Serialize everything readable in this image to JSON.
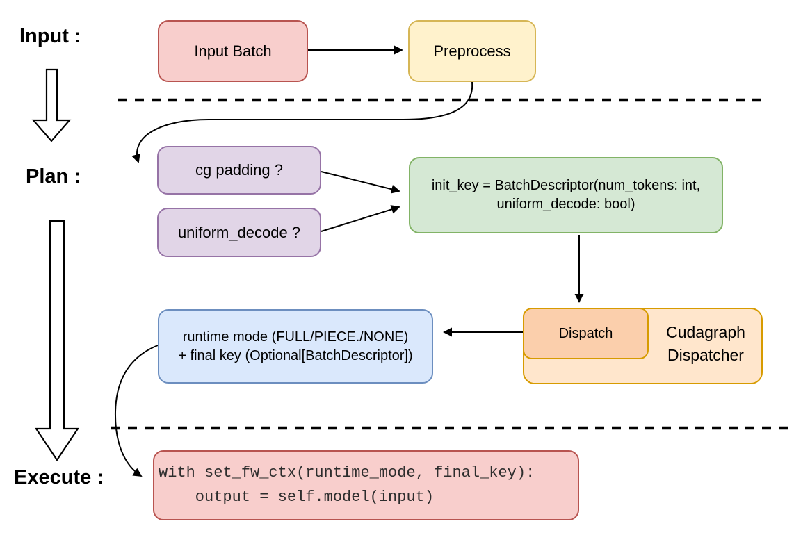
{
  "diagram": {
    "stages": {
      "input_label": "Input :",
      "plan_label": "Plan :",
      "execute_label": "Execute :"
    },
    "nodes": {
      "input_batch": {
        "label": "Input Batch"
      },
      "preprocess": {
        "label": "Preprocess"
      },
      "cg_padding": {
        "label": "cg padding ?"
      },
      "uniform_decode": {
        "label": "uniform_decode ?"
      },
      "init_key": {
        "line1": "init_key = BatchDescriptor(num_tokens: int,",
        "line2": "uniform_decode: bool)"
      },
      "dispatch": {
        "label": "Dispatch"
      },
      "cudagraph_dispatcher": {
        "line1": "Cudagraph",
        "line2": "Dispatcher"
      },
      "runtime_result": {
        "line1": "runtime mode (FULL/PIECE./NONE)",
        "line2": "+ final key (Optional[BatchDescriptor])"
      },
      "execute_code": {
        "line1": "with set_fw_ctx(runtime_mode, final_key):",
        "line2": "    output = self.model(input)"
      }
    },
    "colors": {
      "pink_fill": "#f8cecc",
      "pink_stroke": "#b85450",
      "yellow_fill": "#fff2cc",
      "yellow_stroke": "#d6b656",
      "purple_fill": "#e1d5e7",
      "purple_stroke": "#9673a6",
      "green_fill": "#d5e8d4",
      "green_stroke": "#82b366",
      "orange_fill": "#ffe6cc",
      "orange_stroke": "#d79b00",
      "peach_fill": "#fbcfac",
      "blue_fill": "#dae8fc",
      "blue_stroke": "#6c8ebf",
      "connector": "#000000"
    }
  }
}
